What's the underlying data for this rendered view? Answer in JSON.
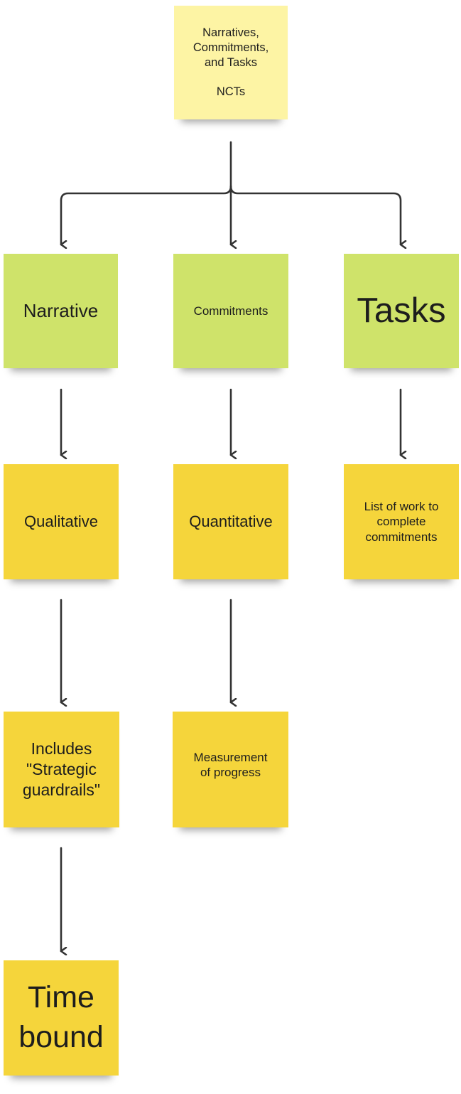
{
  "notes": {
    "root": "Narratives,\nCommitments,\nand Tasks\n\nNCTs",
    "narrative": "Narrative",
    "commitments": "Commitments",
    "tasks": "Tasks",
    "qualitative": "Qualitative",
    "quantitative": "Quantitative",
    "list_of_work": "List of work to\ncomplete\ncommitments",
    "strategic_guardrails": "Includes\n\"Strategic\nguardrails\"",
    "measurement": "Measurement\nof progress",
    "time_bound": "Time\nbound"
  },
  "colors": {
    "root_note": "#fdf4a4",
    "green_note": "#cfe36a",
    "yellow_note": "#f5d53b",
    "connector": "#333333"
  }
}
